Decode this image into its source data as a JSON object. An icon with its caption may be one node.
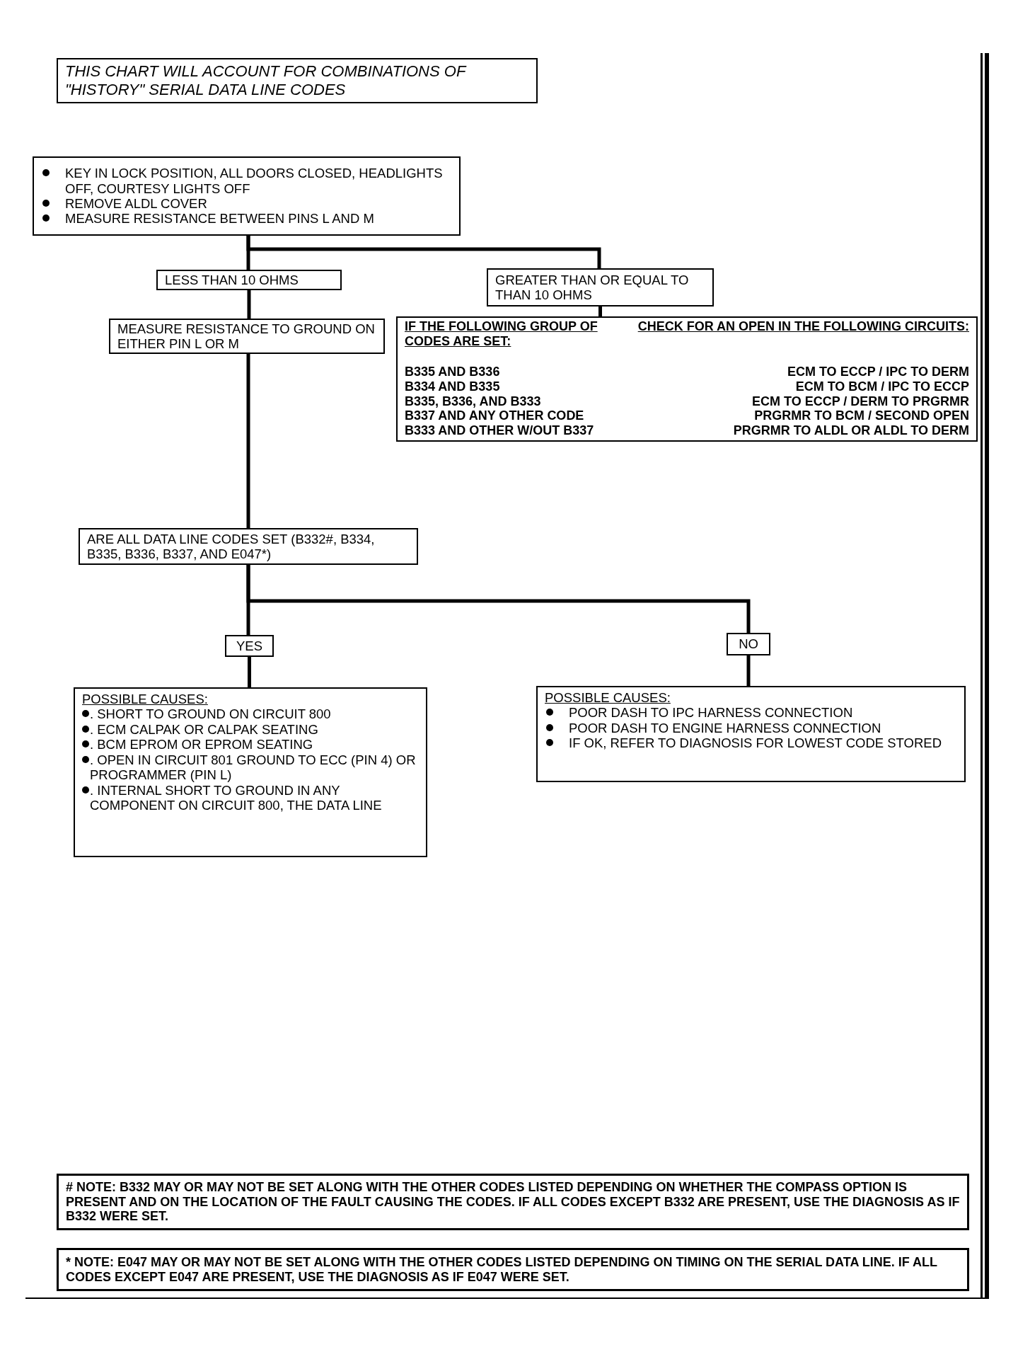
{
  "diagram": {
    "nodes": [
      {
        "text": [
          "THIS CHART WILL ACCOUNT FOR COMBINATIONS OF \"HISTORY\" SERIAL DATA LINE CODES"
        ]
      },
      {
        "text": [
          "KEY IN LOCK POSITION, ALL DOORS CLOSED, HEADLIGHTS OFF, COURTESY LIGHTS OFF",
          "REMOVE ALDL COVER",
          "MEASURE RESISTANCE BETWEEN PINS L AND M"
        ]
      },
      {
        "text": [
          "LESS THAN 10 OHMS"
        ]
      },
      {
        "text": [
          "GREATER THAN OR EQUAL TO THAN 10 OHMS"
        ]
      },
      {
        "text": [
          "MEASURE RESISTANCE TO GROUND ON EITHER PIN L OR M"
        ]
      },
      {
        "text": [
          "IF THE FOLLOWING GROUP OF CODES ARE SET:",
          "CHECK FOR AN OPEN IN THE FOLLOWING CIRCUITS:",
          "B335 AND B336",
          "ECM TO ECCP / IPC TO DERM",
          "B334 AND B335",
          "ECM TO BCM / IPC TO ECCP",
          "B335, B336, AND B333",
          "ECM TO ECCP / DERM TO PRGRMR",
          "B337 AND ANY OTHER CODE",
          "PRGRMR TO BCM / SECOND OPEN",
          "B333 AND OTHER W/OUT B337",
          "PRGRMR TO ALDL OR ALDL TO DERM"
        ]
      },
      {
        "text": [
          "ARE ALL DATA LINE CODES SET (B332#, B334, B335, B336, B337, AND E047*)"
        ]
      },
      {
        "text": [
          "YES"
        ]
      },
      {
        "text": [
          "NO"
        ]
      },
      {
        "text": [
          "POSSIBLE CAUSES:",
          ". SHORT TO GROUND ON CIRCUIT 800",
          ". ECM CALPAK OR CALPAK SEATING",
          ". BCM EPROM OR EPROM SEATING",
          ". OPEN IN CIRCUIT 801 GROUND TO ECC (PIN 4) OR PROGRAMMER (PIN L)",
          ". INTERNAL SHORT TO GROUND IN ANY COMPONENT ON CIRCUIT 800, THE DATA LINE"
        ]
      },
      {
        "text": [
          "POSSIBLE CAUSES:",
          "POOR DASH TO IPC HARNESS CONNECTION",
          "POOR DASH TO ENGINE HARNESS CONNECTION",
          "IF OK, REFER TO DIAGNOSIS FOR LOWEST CODE STORED"
        ]
      },
      {
        "text": [
          "# NOTE: B332 MAY OR MAY NOT BE SET ALONG WITH THE OTHER CODES LISTED DEPENDING ON WHETHER THE COMPASS OPTION IS PRESENT AND ON THE LOCATION OF THE FAULT CAUSING THE CODES. IF ALL CODES EXCEPT B332 ARE PRESENT, USE THE DIAGNOSIS AS IF B332 WERE SET."
        ]
      },
      {
        "text": [
          "* NOTE: E047 MAY OR MAY NOT BE SET ALONG WITH THE OTHER CODES LISTED DEPENDING ON TIMING ON THE SERIAL DATA LINE. IF ALL CODES EXCEPT E047 ARE PRESENT, USE THE DIAGNOSIS AS IF E047 WERE SET."
        ]
      }
    ],
    "edges": [
      {
        "from": 1,
        "to": 2,
        "arrow": "none"
      },
      {
        "from": 1,
        "to": 3,
        "arrow": "none"
      },
      {
        "from": 2,
        "to": 4,
        "arrow": "none"
      },
      {
        "from": 3,
        "to": 5,
        "arrow": "none"
      },
      {
        "from": 4,
        "to": 6,
        "arrow": "none"
      },
      {
        "from": 6,
        "to": 7,
        "arrow": "none"
      },
      {
        "from": 6,
        "to": 8,
        "arrow": "none"
      },
      {
        "from": 7,
        "to": 9,
        "arrow": "none"
      },
      {
        "from": 8,
        "to": 10,
        "arrow": "none"
      }
    ]
  }
}
